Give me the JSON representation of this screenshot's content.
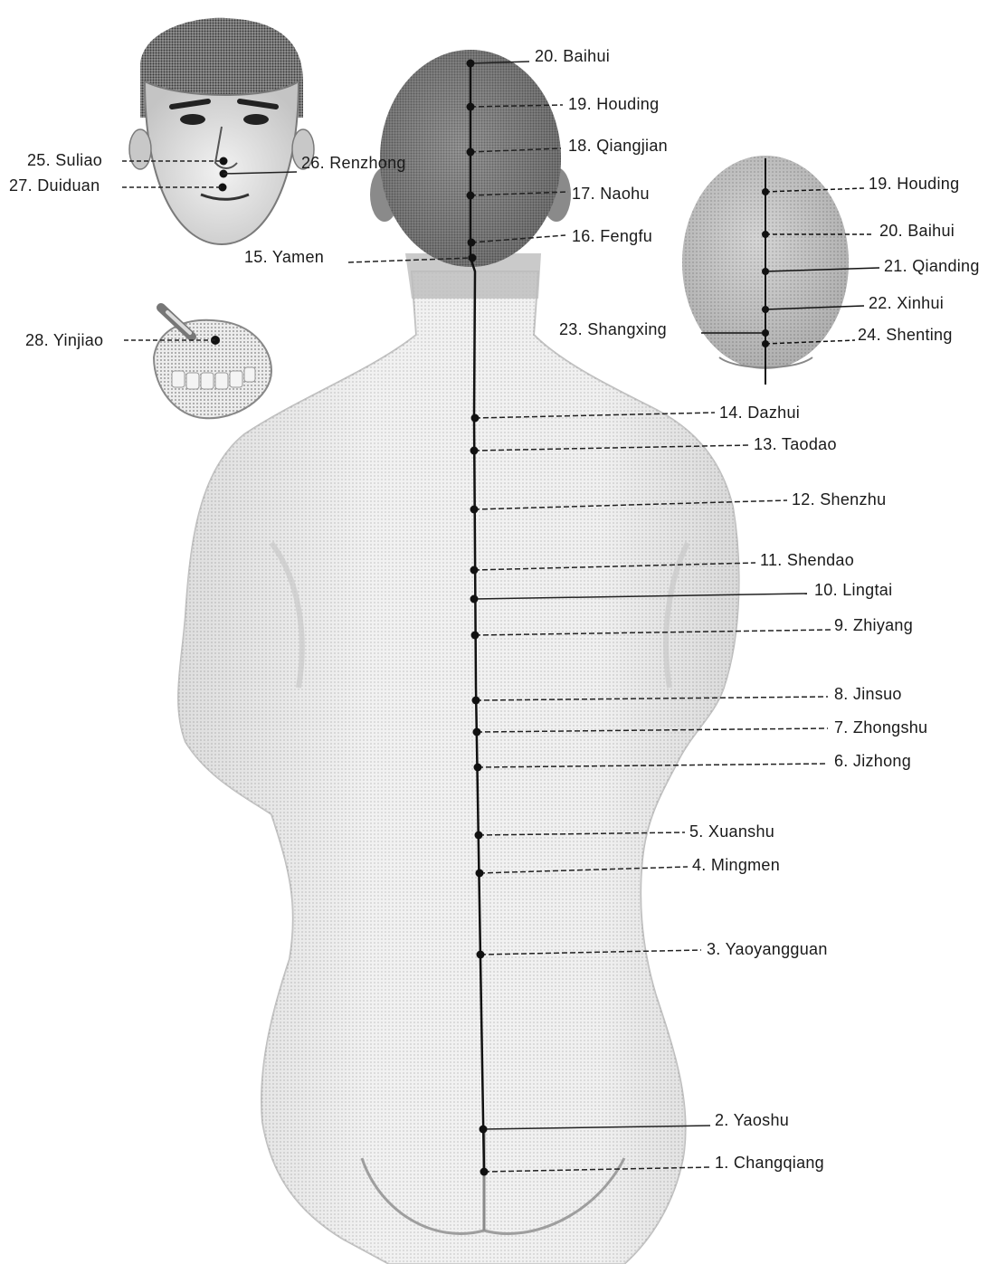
{
  "colors": {
    "ink": "#1a1a1a",
    "skin": "#e9e9e9",
    "hair": "#2a2a2a"
  },
  "labels": {
    "changqiang": "1.  Changqiang",
    "yaoshu": "2.  Yaoshu",
    "yaoyangguan": "3.  Yaoyangguan",
    "mingmen": "4.  Mingmen",
    "xuanshu": "5.  Xuanshu",
    "jizhong": "6.  Jizhong",
    "zhongshu": "7.  Zhongshu",
    "jinsuo": "8.  Jinsuo",
    "zhiyang": "9.  Zhiyang",
    "lingtai": "10.  Lingtai",
    "shendao": "11.  Shendao",
    "shenzhu": "12.  Shenzhu",
    "taodao": "13.  Taodao",
    "dazhui": "14.  Dazhui",
    "yamen": "15.  Yamen",
    "fengfu": "16.  Fengfu",
    "naohu": "17.  Naohu",
    "qiangjian": "18.  Qiangjian",
    "houding_back": "19.  Houding",
    "baihui_back": "20.  Baihui",
    "houding_top": "19.  Houding",
    "baihui_top": "20.  Baihui",
    "qianding": "21.  Qianding",
    "xinhui": "22.  Xinhui",
    "shangxing": "23.  Shangxing",
    "shenting": "24.  Shenting",
    "suliao": "25.  Suliao",
    "renzhong": "26.  Renzhong",
    "duiduan": "27.  Duiduan",
    "yinjiao": "28.  Yinjiao"
  }
}
